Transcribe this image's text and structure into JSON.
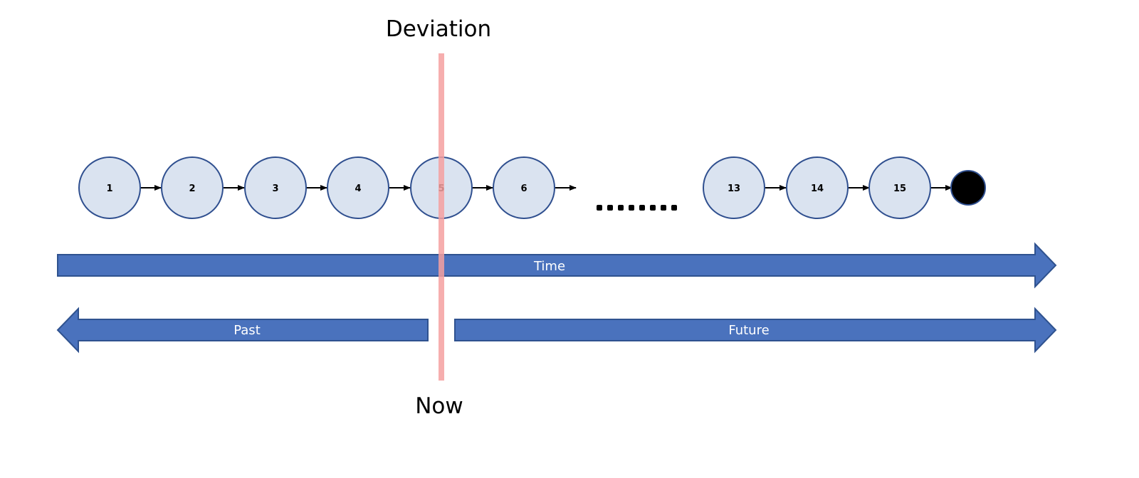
{
  "labels": {
    "deviation": "Deviation",
    "now": "Now",
    "time": "Time",
    "past": "Past",
    "future": "Future"
  },
  "nodes": [
    "1",
    "2",
    "3",
    "4",
    "5",
    "6",
    "13",
    "14",
    "15"
  ],
  "colors": {
    "node_fill": "#dae3f0",
    "node_stroke": "#2f4f8f",
    "band_fill": "#4a72bd",
    "band_stroke": "#2f528f",
    "now_line": "#f4a0a0",
    "end_node": "#000000"
  },
  "icons": {
    "end_node": "terminal-dot",
    "ellipsis": "dots-ellipsis"
  }
}
